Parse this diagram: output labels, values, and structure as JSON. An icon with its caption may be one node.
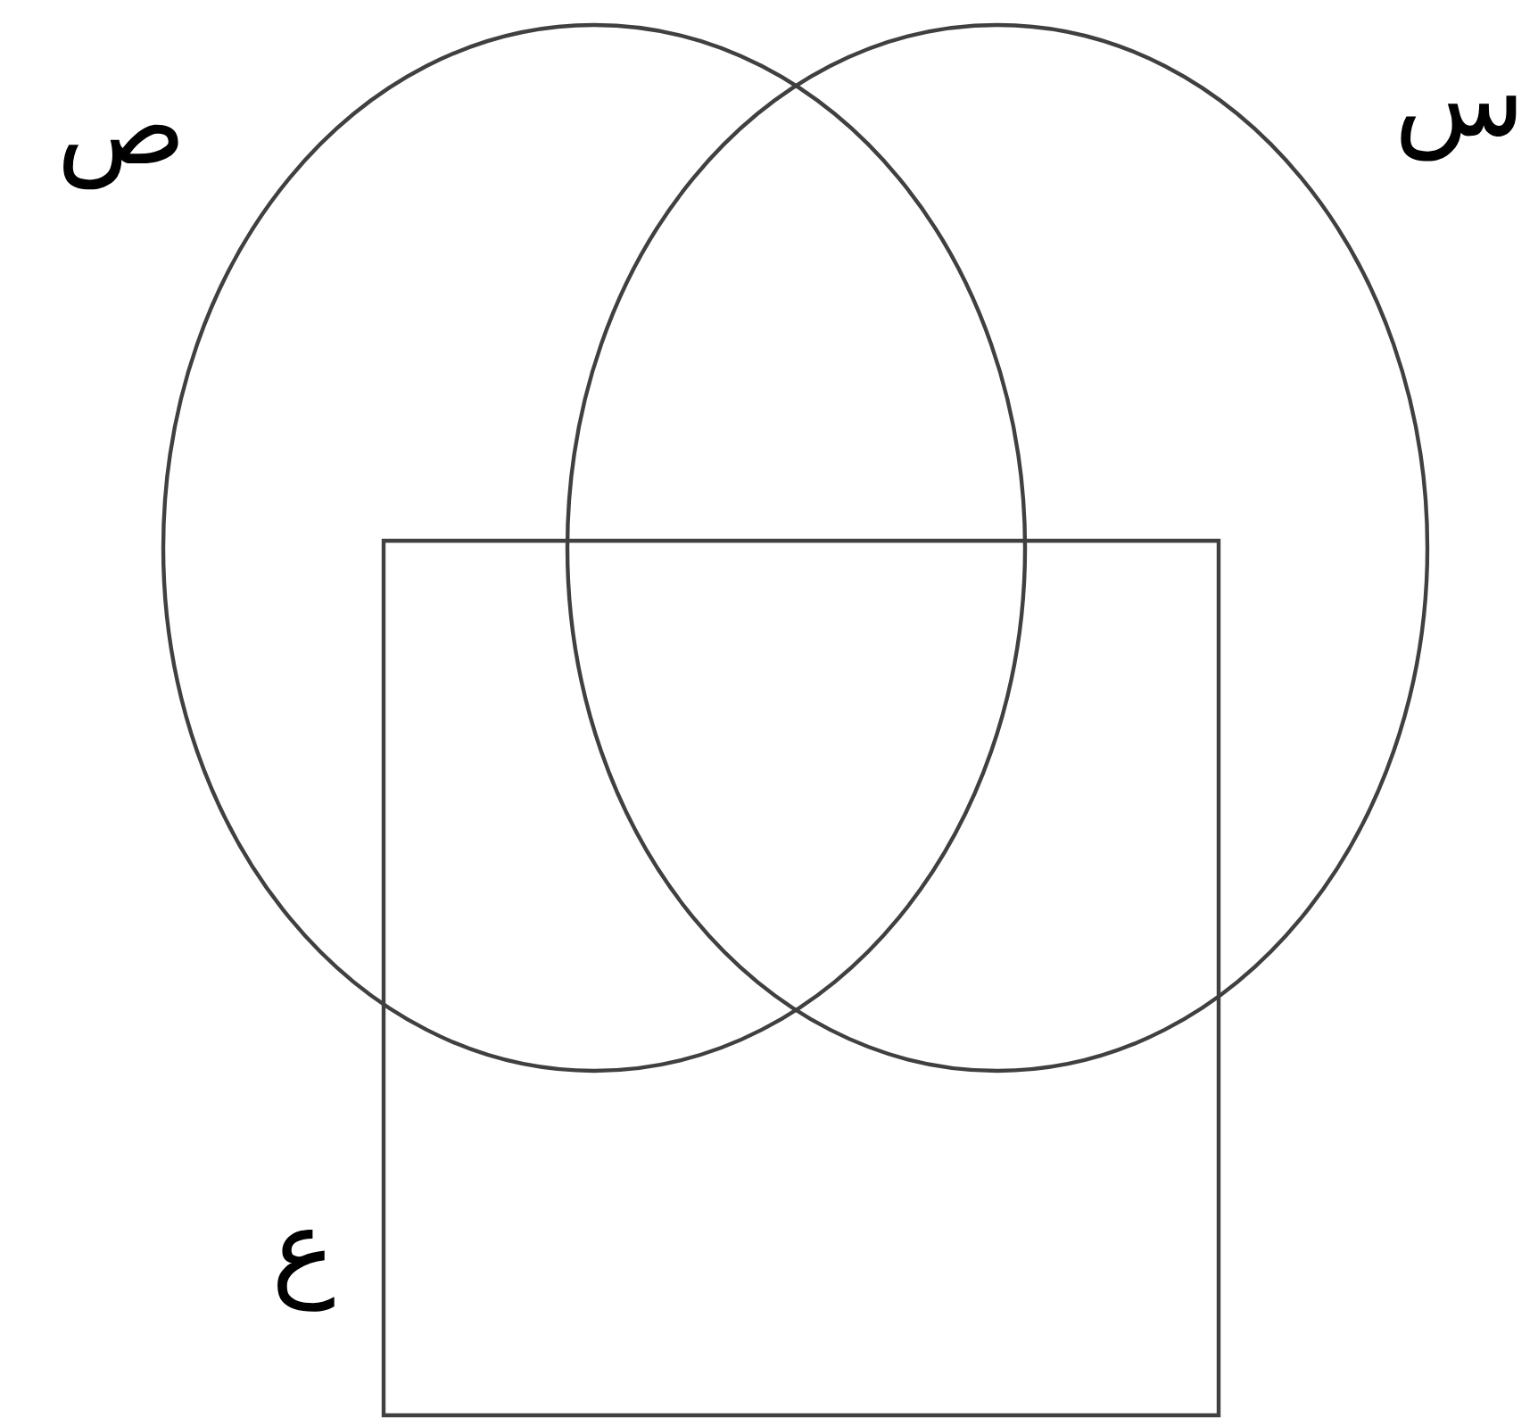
{
  "diagram": {
    "nodes": [
      {
        "text": [
          "ص"
        ]
      },
      {
        "text": [
          "س"
        ]
      },
      {
        "text": [
          "ع"
        ]
      }
    ]
  }
}
